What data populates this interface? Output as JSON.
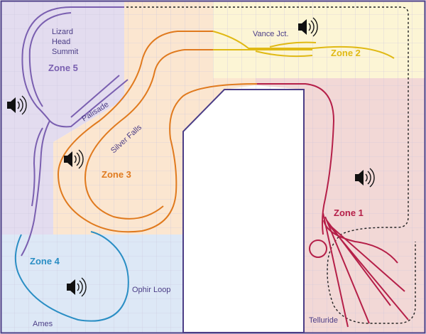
{
  "zones": [
    {
      "id": "zone1",
      "label": "Zone 1",
      "color": "#b51f48",
      "fill": "#f2d8d6"
    },
    {
      "id": "zone2",
      "label": "Zone 2",
      "color": "#e0b914",
      "fill": "#fcf5d5"
    },
    {
      "id": "zone3",
      "label": "Zone 3",
      "color": "#e07a1e",
      "fill": "#fbe6d0"
    },
    {
      "id": "zone4",
      "label": "Zone 4",
      "color": "#2a8ec4",
      "fill": "#dde8f6"
    },
    {
      "id": "zone5",
      "label": "Zone 5",
      "color": "#7a5fb0",
      "fill": "#e3dcef"
    }
  ],
  "places": {
    "lizard_head_1": "Lizard",
    "lizard_head_2": "Head",
    "lizard_head_3": "Summit",
    "vance_jct": "Vance Jct.",
    "palisade": "Palisade",
    "silver_falls": "Silver Falls",
    "ophir_loop": "Ophir Loop",
    "ames": "Ames",
    "telluride": "Telluride"
  },
  "icons": [
    "speaker-icon"
  ],
  "colors": {
    "wall": "#4b3d86",
    "grid": "#c9c4dd",
    "dotted_track": "#222222"
  }
}
